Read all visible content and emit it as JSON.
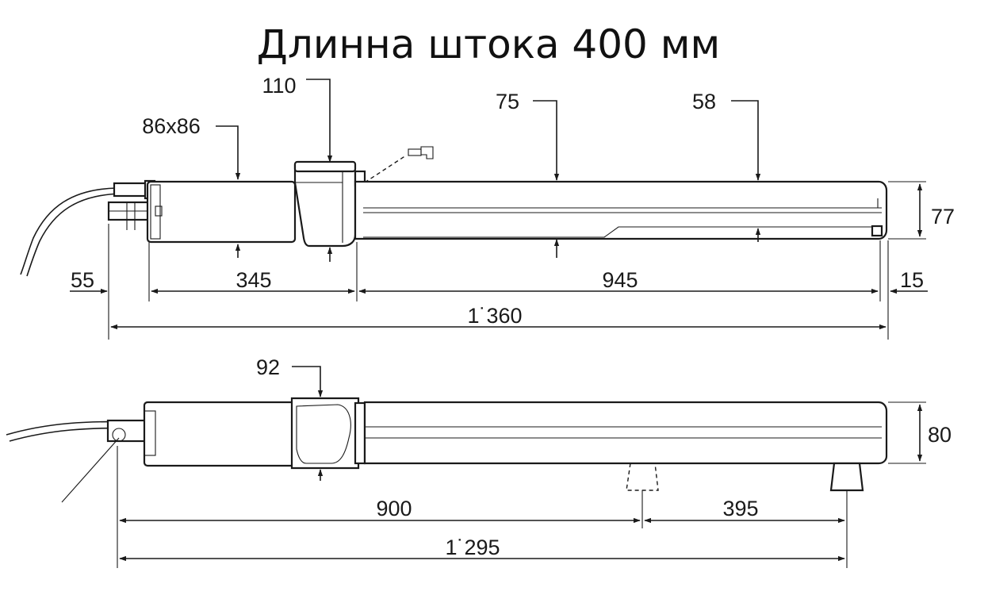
{
  "title": "Длинна штока 400 мм",
  "top_view": {
    "callouts": {
      "housing": "86x86",
      "cover": "110",
      "tube": "75",
      "rod": "58"
    },
    "height": "77",
    "dims": {
      "left_offset": "55",
      "motor_len": "345",
      "tube_len": "945",
      "end_offset": "15",
      "total": "1˙360"
    }
  },
  "bottom_view": {
    "callouts": {
      "cover": "92"
    },
    "height": "80",
    "dims": {
      "to_bracket": "900",
      "bracket_to_end": "395",
      "total": "1˙295"
    }
  }
}
